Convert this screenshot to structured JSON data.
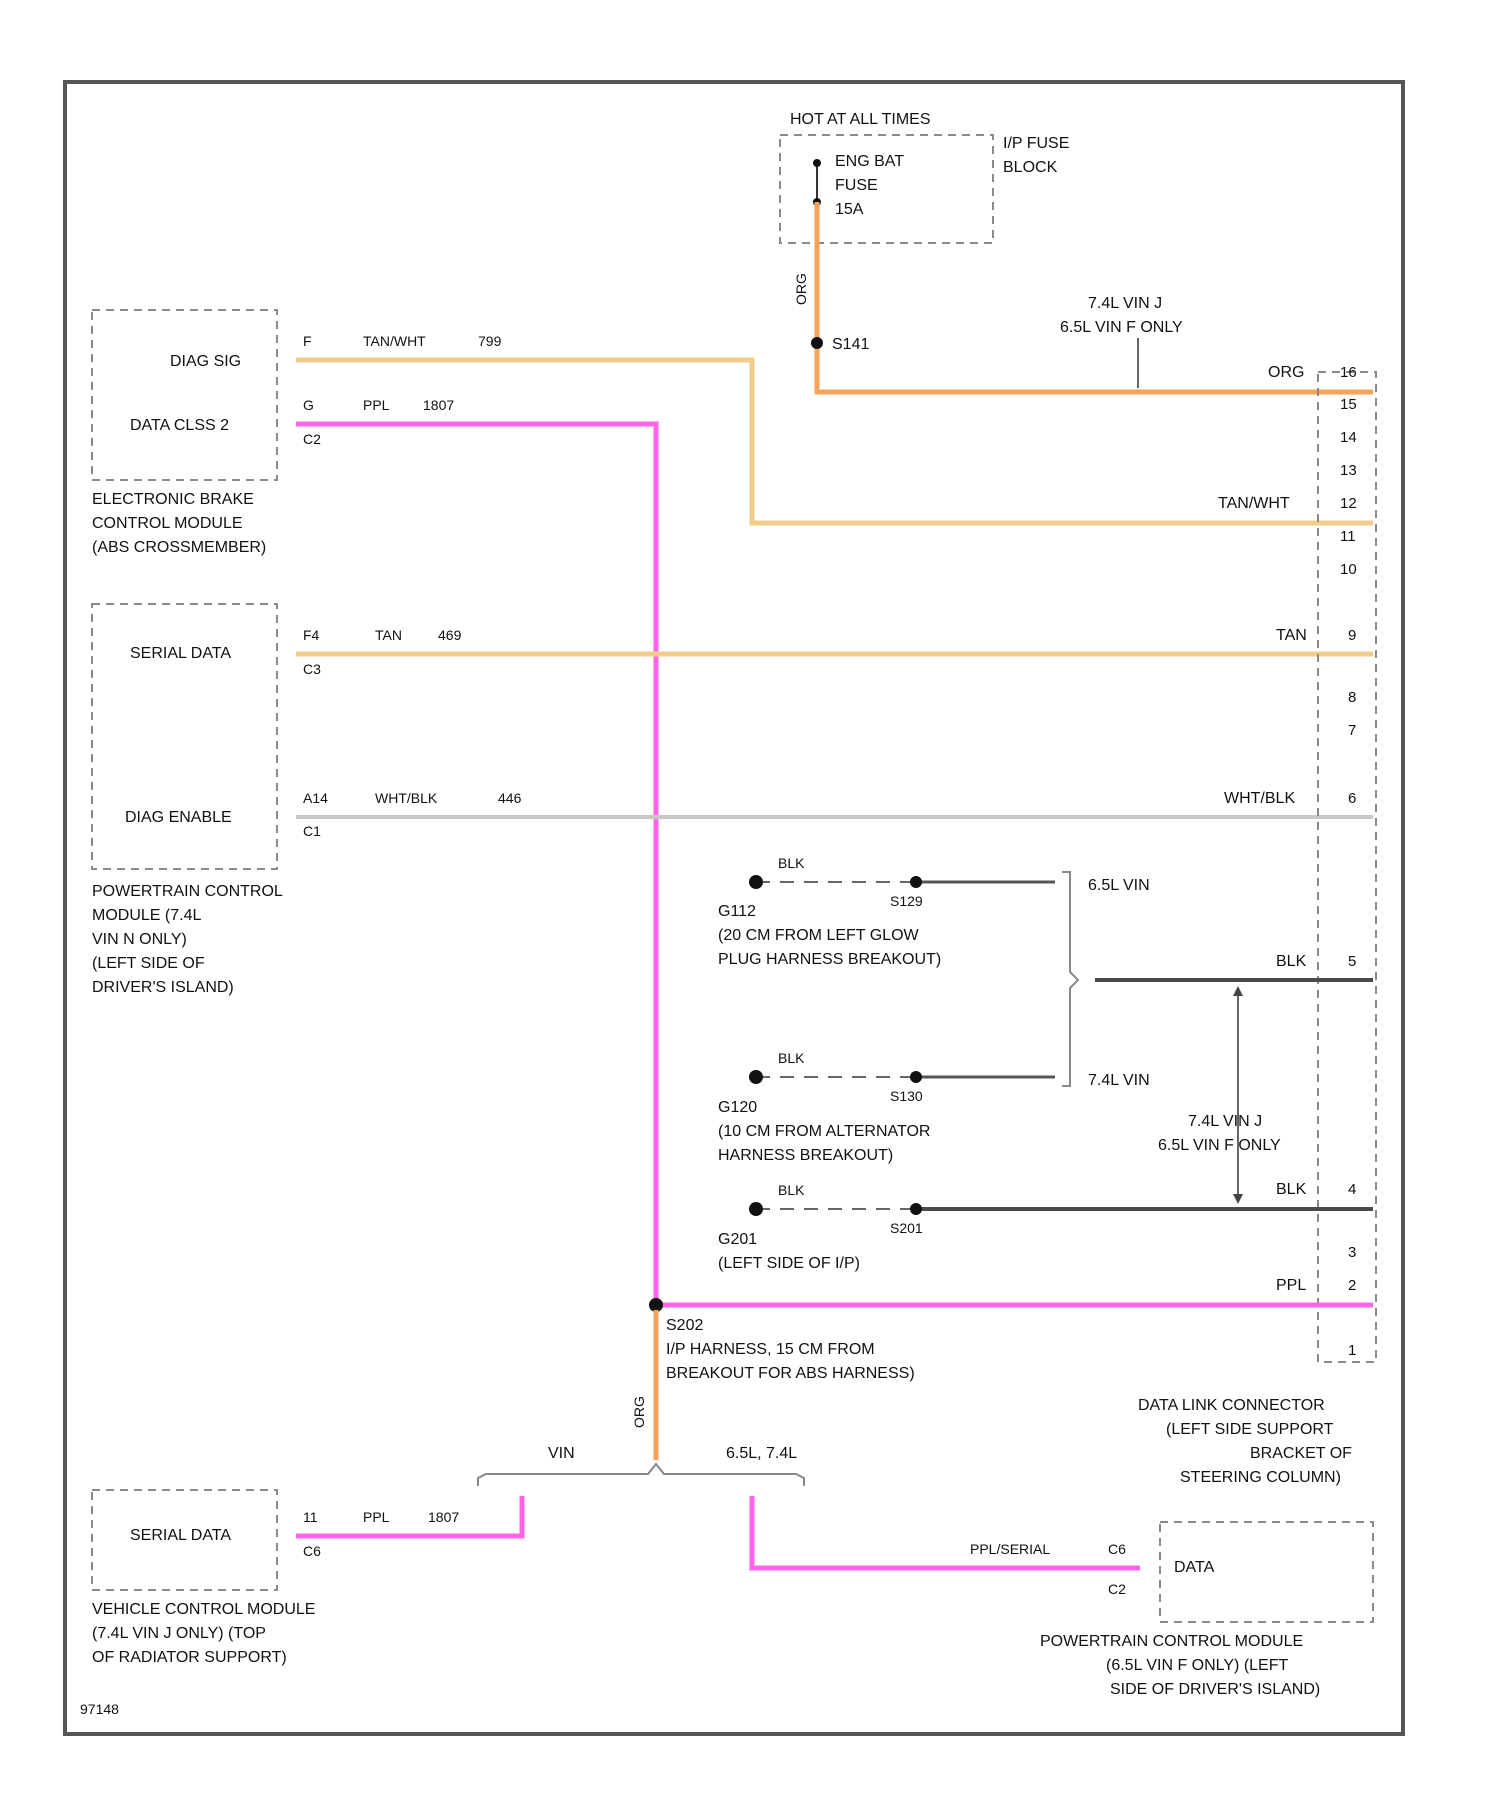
{
  "colors": {
    "orange": "#f5a25a",
    "tan": "#f2cc8a",
    "pink": "#ff66e6",
    "white_blk": "#c8c8c8",
    "black": "#4a4a4a",
    "frame": "#555555"
  },
  "fuse_block": {
    "header": "HOT AT ALL TIMES",
    "fuse_lines": [
      "ENG BAT",
      "FUSE",
      "15A"
    ],
    "name_lines": [
      "I/P FUSE",
      "BLOCK"
    ],
    "wire_color": "ORG",
    "splice": "S141"
  },
  "dlc_feed_note": [
    "7.4L VIN J",
    "6.5L VIN F ONLY"
  ],
  "ebcm": {
    "pin1_label": "DIAG SIG",
    "pin1": {
      "pin": "F",
      "color": "TAN/WHT",
      "circuit": "799"
    },
    "pin2_label": "DATA CLSS 2",
    "pin2": {
      "pin": "G",
      "color": "PPL",
      "circuit": "1807"
    },
    "connector": "C2",
    "name_lines": [
      "ELECTRONIC BRAKE",
      "CONTROL MODULE",
      "(ABS CROSSMEMBER)"
    ]
  },
  "pcm_74": {
    "pin1_label": "SERIAL DATA",
    "pin1": {
      "pin": "F4",
      "color": "TAN",
      "circuit": "469",
      "connector": "C3"
    },
    "pin2_label": "DIAG ENABLE",
    "pin2": {
      "pin": "A14",
      "color": "WHT/BLK",
      "circuit": "446",
      "connector": "C1"
    },
    "name_lines": [
      "POWERTRAIN CONTROL",
      "MODULE (7.4L",
      "VIN N ONLY)",
      "(LEFT SIDE OF",
      "DRIVER'S ISLAND)"
    ]
  },
  "dlc": {
    "pins": {
      "p16": "16",
      "p15": "15",
      "p14": "14",
      "p13": "13",
      "p12": "12",
      "p11": "11",
      "p10": "10",
      "p9": "9",
      "p8": "8",
      "p7": "7",
      "p6": "6",
      "p5": "5",
      "p4": "4",
      "p3": "3",
      "p2": "2",
      "p1": "1"
    },
    "wire_colors": {
      "p16": "ORG",
      "p12": "TAN/WHT",
      "p9": "TAN",
      "p6": "WHT/BLK",
      "p5": "BLK",
      "p4": "BLK",
      "p2": "PPL"
    },
    "name_lines": [
      "DATA LINK CONNECTOR",
      "(LEFT SIDE SUPPORT",
      "BRACKET OF",
      "STEERING COLUMN)"
    ]
  },
  "grounds": {
    "g1": {
      "wire": "BLK",
      "ground": "G112",
      "splice": "S129",
      "variant": "6.5L VIN",
      "desc": [
        "(20 CM FROM LEFT GLOW",
        "PLUG HARNESS BREAKOUT)"
      ]
    },
    "g2": {
      "wire": "BLK",
      "ground": "G120",
      "splice": "S130",
      "variant": "7.4L VIN",
      "desc": [
        "(10 CM FROM ALTERNATOR",
        "HARNESS BREAKOUT)"
      ]
    },
    "g3": {
      "wire": "BLK",
      "ground": "G201",
      "splice": "S201",
      "desc": [
        "(LEFT SIDE OF I/P)"
      ]
    },
    "g_note": [
      "7.4L VIN J",
      "6.5L VIN F ONLY"
    ]
  },
  "splice_s202": {
    "id": "S202",
    "desc": [
      "I/P HARNESS, 15 CM FROM",
      "BREAKOUT FOR ABS HARNESS)"
    ],
    "wire_color": "ORG",
    "branch_left": "VIN",
    "branch_right": "6.5L, 7.4L"
  },
  "vcm": {
    "pin_label": "SERIAL DATA",
    "pin": {
      "pin": "11",
      "color": "PPL",
      "circuit": "1807",
      "connector": "C6"
    },
    "name_lines": [
      "VEHICLE CONTROL MODULE",
      "(7.4L VIN J ONLY) (TOP",
      "OF RADIATOR SUPPORT)"
    ]
  },
  "pcm_65": {
    "pin_label": "DATA",
    "wire_text": "PPL/SERIAL",
    "pin": "C6",
    "connector": "C2",
    "name_lines": [
      "POWERTRAIN CONTROL MODULE",
      "(6.5L VIN F ONLY) (LEFT",
      "SIDE OF DRIVER'S ISLAND)"
    ]
  },
  "figure_id": "97148"
}
